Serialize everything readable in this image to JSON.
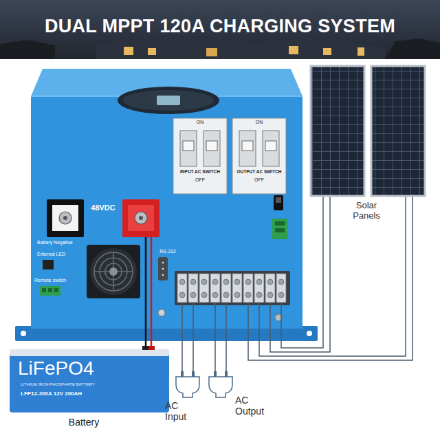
{
  "diagram": {
    "title": "DUAL MPPT 120A CHARGING SYSTEM",
    "nodes": [
      {
        "text": [
          "48VDC",
          "Battery Negative",
          "External LED",
          "Remote switch",
          "RS-232"
        ]
      },
      {
        "text": [
          "ON",
          "INPUT AC SWITCH",
          "OFF"
        ],
        "in": 0
      },
      {
        "text": [
          "ON",
          "OUTPUT AC SWITCH",
          "OFF"
        ],
        "in": 0
      },
      {
        "text": [
          "Solar Panels"
        ]
      },
      {
        "text": [
          "LiFePO4",
          "LITHIUM IRON PHOSPHATE BATTERY",
          "LFP12-200A 12V 200AH",
          "Battery"
        ]
      },
      {
        "text": [
          "AC Input"
        ]
      },
      {
        "text": [
          "AC Output"
        ]
      }
    ],
    "edges": [
      {
        "from": 3,
        "to": 0,
        "arrow": "none"
      },
      {
        "from": 4,
        "to": 0,
        "arrow": "none"
      },
      {
        "from": 0,
        "to": 5,
        "arrow": "none"
      },
      {
        "from": 0,
        "to": 6,
        "arrow": "none"
      }
    ]
  }
}
